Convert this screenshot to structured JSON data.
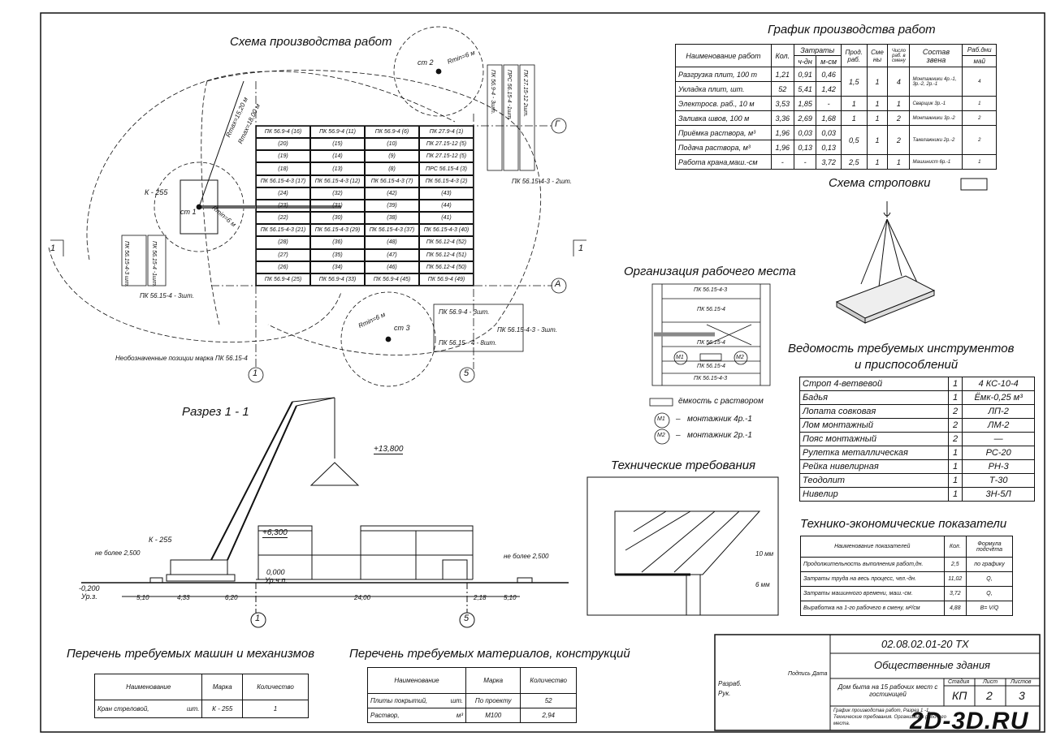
{
  "section_titles": {
    "scheme": "Схема производства работ",
    "schedule": "График производства работ",
    "slinging": "Схема строповки",
    "workplace": "Организация рабочего места",
    "tools": "Ведомость требуемых инструментов",
    "tools2": "и приспособлений",
    "section": "Разрез 1 - 1",
    "tech_req": "Технические требования",
    "tep": "Технико-экономические показатели",
    "machines": "Перечень требуемых машин и механизмов",
    "materials": "Перечень требуемых материалов, конструкций"
  },
  "plan": {
    "crane1": "ст 1",
    "crane2": "ст 2",
    "crane3": "ст 3",
    "crane_model": "К - 255",
    "rmin1": "Rmin=6 м",
    "rmin2": "Rmin=6 м",
    "rmin3": "Rmin=6 м",
    "rmax1": "Rmax=15,20 м",
    "rmax2": "Rmax=18,00 м",
    "axis_g": "Г",
    "axis_a": "А",
    "axis_1": "1",
    "axis_5": "5",
    "cut_mark_left": "1",
    "cut_mark_right": "1",
    "note": "Необозначенные позиции марка  ПК 56.15-4",
    "stack1": "ПК 56.15-4 - 3шт.",
    "stack1_a": "ПК 56.15-4-3 шт.",
    "stack1_b": "ПК 56.15-4 -1шт.",
    "stack2": "ПК 56.15-4-3 - 2шт.",
    "stack2_a": "ПК 56.9-4 - 3шт.",
    "stack2_b": "ПРС 56.15-4 -1шт.",
    "stack2_c": "ПК 27.15-12 2шт.",
    "stack3": "ПК 56.15-4-3 - 3шт.",
    "stack3_a": "ПК 56.9-4 - 3шт.",
    "stack3_b": "ПК 56.15 - 4 - 8шт.",
    "rows": [
      [
        "ПК 56.9-4   (16)",
        "ПК 56.9-4   (11)",
        "ПК 56.9-4   (6)",
        "ПК 27.9-4   (1)"
      ],
      [
        "(20)",
        "(15)",
        "(10)",
        "ПК 27.15-12 (5)"
      ],
      [
        "(19)",
        "(14)",
        "(9)",
        "ПК 27.15-12 (5)"
      ],
      [
        "(18)",
        "(13)",
        "(8)",
        "ПРС 56.15-4 (3)"
      ],
      [
        "ПК 56.15-4-3 (17)",
        "ПК 56.15-4-3 (12)",
        "ПК 56.15-4-3 (7)",
        "ПК 56.15-4-3 (2)"
      ],
      [
        "(24)",
        "(32)",
        "(42)",
        "(43)"
      ],
      [
        "(23)",
        "(31)",
        "(39)",
        "(44)"
      ],
      [
        "(22)",
        "(30)",
        "(38)",
        "(41)"
      ],
      [
        "ПК 56.15-4-3 (21)",
        "ПК 56.15-4-3 (29)",
        "ПК 56.15-4-3 (37)",
        "ПК 56.15-4-3 (40)"
      ],
      [
        "(28)",
        "(36)",
        "(48)",
        "ПК 56.12-4 (52)"
      ],
      [
        "(27)",
        "(35)",
        "(47)",
        "ПК 56.12-4 (51)"
      ],
      [
        "(26)",
        "(34)",
        "(46)",
        "ПК 56.12-4 (50)"
      ],
      [
        "ПК 56.9-4   (25)",
        "ПК 56.9-4   (33)",
        "ПК 56.9-4   (45)",
        "ПК 56.9-4   (49)"
      ]
    ]
  },
  "schedule": {
    "headers": {
      "name": "Наименование работ",
      "unit": "Кол.",
      "cost": "Затраты",
      "hday": "ч-дн",
      "msm": "м-см",
      "prod": "Прод.",
      "prod2": "раб.",
      "shift": "Сме",
      "shift2": "ны",
      "workers": "Число",
      "workers2": "раб. в",
      "workers3": "смену",
      "crew": "Состав",
      "crew2": "звена",
      "days": "Раб.дни",
      "month": "май"
    },
    "rows": [
      {
        "name": "Разгрузка плит, 100 т",
        "qty": "1,21",
        "hd": "0,91",
        "ms": "0,46"
      },
      {
        "name": "Укладка плит,       шт.",
        "qty": "52",
        "hd": "5,41",
        "ms": "1,42"
      },
      {
        "name": "Электросв. раб., 10 м",
        "qty": "3,53",
        "hd": "1,85",
        "ms": "-"
      },
      {
        "name": "Заливка швов,    100 м",
        "qty": "3,36",
        "hd": "2,69",
        "ms": "1,68"
      },
      {
        "name": "Приёмка раствора, м³",
        "qty": "1,96",
        "hd": "0,03",
        "ms": "0,03"
      },
      {
        "name": "Подача раствора,   м³",
        "qty": "1,96",
        "hd": "0,13",
        "ms": "0,13"
      },
      {
        "name": "Работа крана,маш.-см",
        "qty": "-",
        "hd": "-",
        "ms": "3,72"
      }
    ],
    "prod": [
      "1,5",
      "1",
      "1",
      "0,5",
      "2,5"
    ],
    "shifts": [
      "1",
      "1",
      "1",
      "1",
      "1"
    ],
    "workers": [
      "4",
      "1",
      "2",
      "2",
      "1"
    ],
    "crew": [
      "Монтажники 4р.-1, 3р.-2, 2р.-1",
      "Сварщик 3р.-1",
      "Монтажники 3р.-2",
      "Такелажники 2р.-2",
      "Машинист 6р.-1"
    ],
    "gantt": [
      "4",
      "1",
      "2",
      "2",
      "1"
    ]
  },
  "workplace": {
    "p1": "ПК 56.15-4-3",
    "p2": "ПК 56.15-4",
    "p3": "ПК 56.15-4",
    "p4": "ПК 56.15-4",
    "p5": "ПК 56.15-4-3",
    "m1": "М1",
    "m2": "М2",
    "legend_tank": "ёмкость с раствором",
    "legend_m1": "монтажник 4р.-1",
    "legend_m2": "монтажник 2р.-1",
    "dash": "–"
  },
  "tools": [
    {
      "name": "Строп 4-ветвевой",
      "qty": "1",
      "mark": "4 КС-10-4"
    },
    {
      "name": "Бадья",
      "qty": "1",
      "mark": "Ёмк-0,25 м³"
    },
    {
      "name": "Лопата совковая",
      "qty": "2",
      "mark": "ЛП-2"
    },
    {
      "name": "Лом монтажный",
      "qty": "2",
      "mark": "ЛМ-2"
    },
    {
      "name": "Пояс монтажный",
      "qty": "2",
      "mark": "—"
    },
    {
      "name": "Рулетка металлическая",
      "qty": "1",
      "mark": "РС-20"
    },
    {
      "name": "Рейка нивелирная",
      "qty": "1",
      "mark": "РН-3"
    },
    {
      "name": "Теодолит",
      "qty": "1",
      "mark": "Т-30"
    },
    {
      "name": "Нивелир",
      "qty": "1",
      "mark": "3Н-5Л"
    }
  ],
  "section": {
    "el_top": "+13,800",
    "el_mid": "+6,300",
    "el_floor": "0,000",
    "floor_lbl": "Ур.ч.п.",
    "el_ground": "-0,200",
    "ground_lbl": "Ур.з.",
    "crane": "К - 255",
    "left_note": "не более 2,500",
    "right_note": "не более 2,500",
    "dims": [
      "5,10",
      "4,33",
      "6,20",
      "24,00",
      "2,18",
      "5,10"
    ],
    "axis_1": "1",
    "axis_5": "5"
  },
  "tech": {
    "d1": "10 мм",
    "d2": "6 мм"
  },
  "tep": {
    "h_name": "Наименование показателей",
    "h_qty": "Кол.",
    "h_formula": "Формула подсчёта",
    "rows": [
      {
        "name": "Продолжительность выполнения работ,дн.",
        "qty": "2,5",
        "f": "по графику"
      },
      {
        "name": "Затраты труда на весь процесс,     чел.-дн.",
        "qty": "11,02",
        "f": "Q,"
      },
      {
        "name": "Затраты машинного времени,       маш.-см.",
        "qty": "3,72",
        "f": "Q,"
      },
      {
        "name": "Выработка на 1-го рабочего в смену,  м²/см",
        "qty": "4,88",
        "f": "B= V/Q"
      }
    ]
  },
  "machines": {
    "h_name": "Наименование",
    "h_mark": "Марка",
    "h_qty": "Количество",
    "rows": [
      {
        "name": "Кран стреловой,",
        "unit": "шт.",
        "mark": "К - 255",
        "qty": "1"
      }
    ]
  },
  "materials": {
    "h_name": "Наименование",
    "h_mark": "Марка",
    "h_qty": "Количество",
    "rows": [
      {
        "name": "Плиты покрытий,",
        "unit": "шт.",
        "mark": "По проекту",
        "qty": "52"
      },
      {
        "name": "Раствор,",
        "unit": "м³",
        "mark": "М100",
        "qty": "2,94"
      }
    ]
  },
  "stamp": {
    "code": "02.08.02.01-20  ТХ",
    "title": "Общественные здания",
    "project": "Дом быта на 15 рабочих мест с гостиницей",
    "sheet_desc": "График производства работ, Разрез 1 -1, Технические требования. Организация рабочего места.",
    "stage_h": "Стадия",
    "sheet_h": "Лист",
    "sheets_h": "Листов",
    "stage": "КП",
    "sheet": "2",
    "sheets": "3",
    "r1": "Разраб.",
    "r2": "Рук.",
    "sign": "Подпись",
    "date": "Дата"
  },
  "watermark": "2D-3D.RU"
}
